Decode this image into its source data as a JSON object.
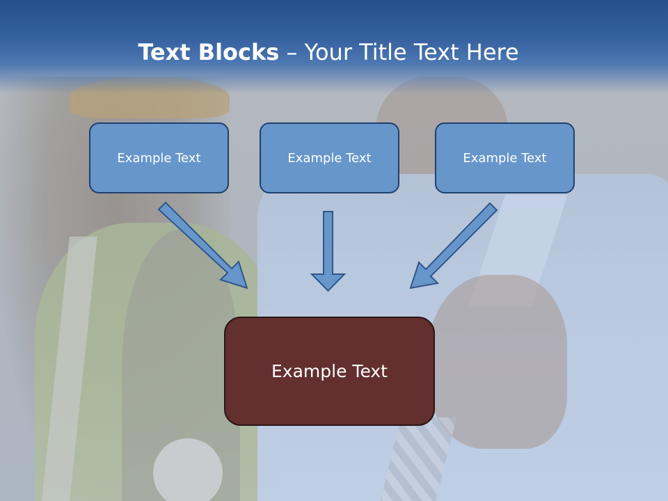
{
  "slide": {
    "title_bold": "Text Blocks",
    "title_dash": " – ",
    "title_rest": "Your Title Text Here"
  },
  "diagram": {
    "top_boxes": [
      "Example Text",
      "Example Text",
      "Example Text"
    ],
    "center_box": "Example Text"
  },
  "colors": {
    "title_bar": "#26508d",
    "box_fill": "#6796cb",
    "box_border": "#20406d",
    "center_fill": "#632f2f"
  }
}
